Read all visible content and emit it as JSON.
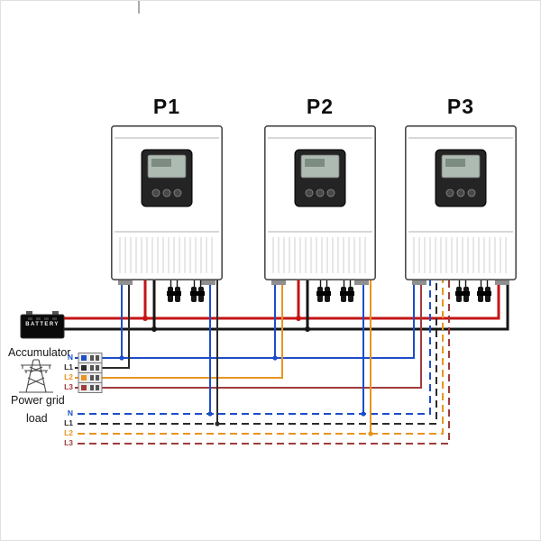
{
  "inverters": [
    {
      "label": "P1"
    },
    {
      "label": "P2"
    },
    {
      "label": "P3"
    }
  ],
  "battery": {
    "icon_text": "BATTERY",
    "caption": "Accumulator"
  },
  "power_grid": {
    "caption": "Power grid",
    "rows": [
      {
        "label": "N"
      },
      {
        "label": "L1"
      },
      {
        "label": "L2"
      },
      {
        "label": "L3"
      }
    ]
  },
  "load": {
    "caption": "load",
    "rows": [
      {
        "label": "N"
      },
      {
        "label": "L1"
      },
      {
        "label": "L2"
      },
      {
        "label": "L3"
      }
    ]
  },
  "colors": {
    "battery_positive": "#c41414",
    "battery_negative": "#151515",
    "neutral": "#1d4ec9",
    "line1": "#2b2b2b",
    "line2": "#e8941f",
    "line3": "#a03c3c"
  }
}
